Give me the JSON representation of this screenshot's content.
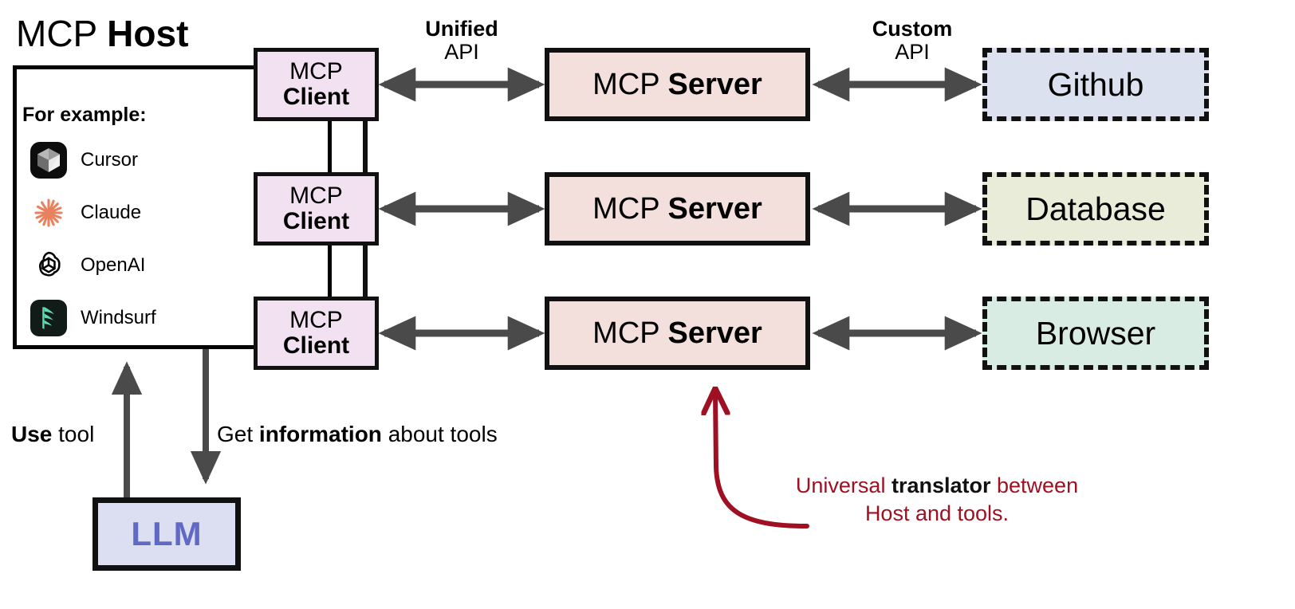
{
  "diagram": {
    "title_plain": "MCP ",
    "title_bold": "Host",
    "for_example_label": "For example:",
    "examples": [
      {
        "icon": "cursor-logo-icon",
        "label": "Cursor"
      },
      {
        "icon": "claude-logo-icon",
        "label": "Claude"
      },
      {
        "icon": "openai-logo-icon",
        "label": "OpenAI"
      },
      {
        "icon": "windsurf-logo-icon",
        "label": "Windsurf"
      }
    ],
    "clients": [
      {
        "line1": "MCP",
        "line2": "Client"
      },
      {
        "line1": "MCP",
        "line2": "Client"
      },
      {
        "line1": "MCP",
        "line2": "Client"
      }
    ],
    "servers": [
      {
        "plain": "MCP ",
        "bold": "Server"
      },
      {
        "plain": "MCP ",
        "bold": "Server"
      },
      {
        "plain": "MCP ",
        "bold": "Server"
      }
    ],
    "tools": [
      {
        "label": "Github",
        "fill": "#dce1f0"
      },
      {
        "label": "Database",
        "fill": "#e9ecd9"
      },
      {
        "label": "Browser",
        "fill": "#d8ece4"
      }
    ],
    "api_labels": [
      {
        "strong": "Unified",
        "weak": "API"
      },
      {
        "strong": "Custom",
        "weak": "API"
      }
    ],
    "flow_use_tool": {
      "bold": "Use",
      "plain": " tool"
    },
    "flow_get_info": {
      "pre": "Get ",
      "bold": "information",
      "post": " about tools"
    },
    "llm": {
      "label": "LLM"
    },
    "annotation": {
      "line1_pre": "Universal ",
      "line1_bold": "translator",
      "line1_post": " between",
      "line2": "Host and tools."
    },
    "colors": {
      "client_fill": "#f2e1f0",
      "server_fill": "#f3dfdb",
      "llm_fill": "#dcdff1",
      "llm_text": "#6069c4",
      "annotation_red": "#9e1022",
      "arrow_gray": "#4a4a4a",
      "outline_black": "#111111"
    }
  }
}
